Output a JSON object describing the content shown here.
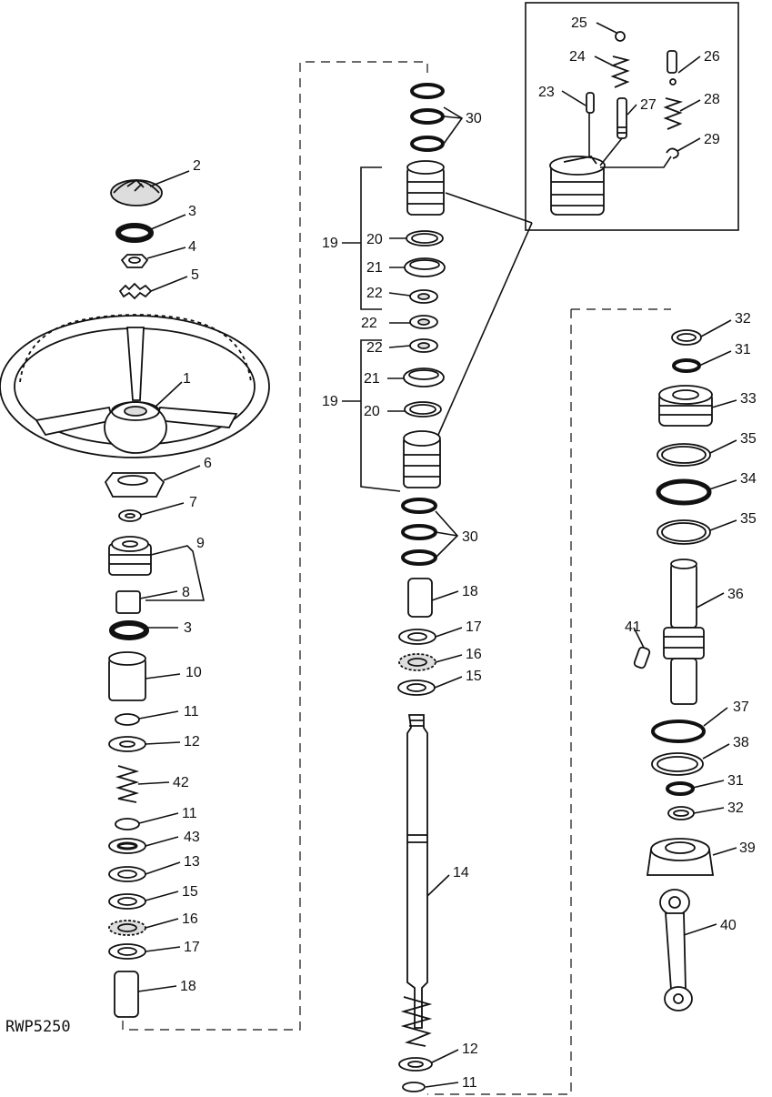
{
  "drawing_code": "RWP5250",
  "callouts": {
    "c1": "1",
    "c2": "2",
    "c3a": "3",
    "c3b": "3",
    "c4": "4",
    "c5": "5",
    "c6": "6",
    "c7": "7",
    "c8": "8",
    "c9": "9",
    "c10": "10",
    "c11a": "11",
    "c11b": "11",
    "c11c": "11",
    "c12a": "12",
    "c12b": "12",
    "c13": "13",
    "c14": "14",
    "c15a": "15",
    "c15b": "15",
    "c16a": "16",
    "c16b": "16",
    "c17a": "17",
    "c17b": "17",
    "c18a": "18",
    "c18b": "18",
    "c19a": "19",
    "c19b": "19",
    "c20a": "20",
    "c20b": "20",
    "c21a": "21",
    "c21b": "21",
    "c22a": "22",
    "c22b": "22",
    "c22c": "22",
    "c23": "23",
    "c24": "24",
    "c25": "25",
    "c26": "26",
    "c27": "27",
    "c28": "28",
    "c29": "29",
    "c30a": "30",
    "c30b": "30",
    "c31a": "31",
    "c31b": "31",
    "c32a": "32",
    "c32b": "32",
    "c33": "33",
    "c34": "34",
    "c35a": "35",
    "c35b": "35",
    "c36": "36",
    "c37": "37",
    "c38": "38",
    "c39": "39",
    "c40": "40",
    "c41": "41",
    "c42": "42",
    "c43": "43"
  }
}
